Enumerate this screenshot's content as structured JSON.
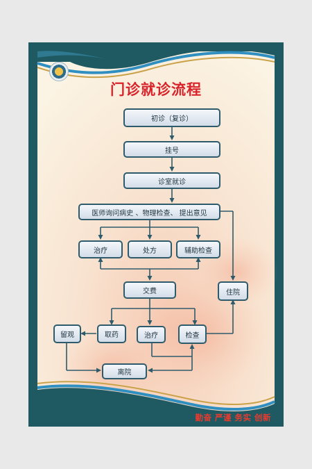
{
  "poster": {
    "title": "门诊就诊流程",
    "slogan": "勤奋 严谨 务实 创新",
    "colors": {
      "frame": "#1f5a63",
      "title": "#d8232a",
      "node_border": "#2e5b6b",
      "slogan": "#e83a2f"
    }
  },
  "flow": {
    "first_visit": "初诊（复诊）",
    "register": "挂号",
    "consult": "诊室就诊",
    "doctor": "医师询问病史 、物理检查、 提出意见",
    "treat": "治疗",
    "prescribe": "处方",
    "aux_exam": "辅助检查",
    "pay": "交费",
    "hospitalize": "住院",
    "observe": "留观",
    "take_medicine": "取药",
    "treat2": "治疗",
    "exam": "检查",
    "discharge": "离院"
  },
  "icons": {
    "logo": "hospital-logo-icon"
  }
}
